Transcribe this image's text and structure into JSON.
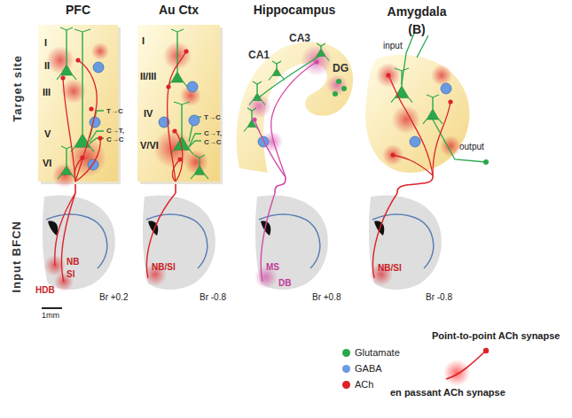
{
  "diagram": {
    "nodes": [
      {
        "text": [
          "PFC"
        ]
      },
      {
        "text": [
          "Au Ctx"
        ]
      },
      {
        "text": [
          "Hippocampus"
        ]
      },
      {
        "text": [
          "Amygdala (B)"
        ]
      },
      {
        "text": [
          "Br +0.2"
        ]
      },
      {
        "text": [
          "Br -0.8"
        ]
      },
      {
        "text": [
          "Br +0.8"
        ]
      },
      {
        "text": [
          "Br -0.8"
        ]
      }
    ],
    "edges": [
      {
        "from": 4,
        "to": 0,
        "arrow": "none"
      },
      {
        "from": 5,
        "to": 1,
        "arrow": "none"
      },
      {
        "from": 6,
        "to": 2,
        "arrow": "none"
      },
      {
        "from": 7,
        "to": 3,
        "arrow": "none"
      }
    ],
    "labels": [
      "Target site",
      "Input BFCN",
      "I",
      "II",
      "III",
      "V",
      "VI",
      "T→C",
      "C→T, C→C",
      "I",
      "II/III",
      "IV",
      "V/VI",
      "T→C",
      "C→T, C→C",
      "CA1",
      "CA3",
      "DG",
      "input",
      "output",
      "NB",
      "SI",
      "HDB",
      "1mm",
      "NB/SI",
      "MS",
      "DB",
      "NB/SI"
    ],
    "legend": [
      {
        "text": "Glutamate",
        "color": "#2aa84a"
      },
      {
        "text": "GABA",
        "color": "#6a9be0"
      },
      {
        "text": "ACh",
        "color": "#dd2228"
      },
      {
        "text": "Point-to-point ACh synapse"
      },
      {
        "text": "en passant ACh synapse"
      }
    ]
  }
}
